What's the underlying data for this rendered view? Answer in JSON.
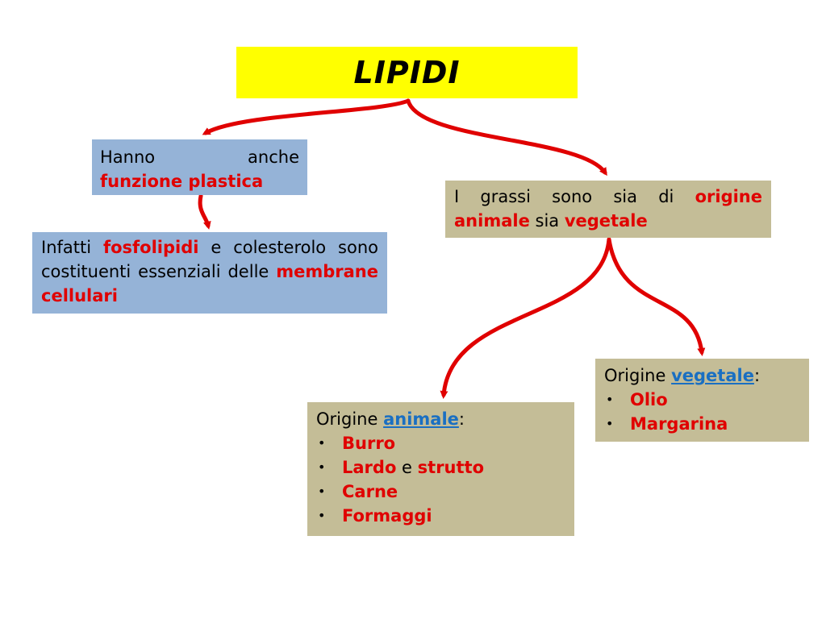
{
  "title": "LIPIDI",
  "funzione": {
    "t1": "Hanno",
    "t2": "anche",
    "t3": "funzione plastica"
  },
  "fosfo": {
    "t1": "Infatti ",
    "t2": "fosfolipidi",
    "t3": " e colesterolo sono costituenti essenziali delle ",
    "t4": "membrane cellulari"
  },
  "grassi": {
    "t1": "I grassi sono sia di ",
    "t2": "origine animale",
    "t3": " sia ",
    "t4": "vegetale"
  },
  "vegetale": {
    "prefix": "Origine ",
    "link": "vegetale",
    "suffix": ":",
    "items": [
      "Olio",
      "Margarina"
    ],
    "bullet": "•"
  },
  "animale": {
    "prefix": "Origine ",
    "link": "animale",
    "suffix": ":",
    "items": [
      "Burro",
      "Lardo",
      "Carne",
      "Formaggi"
    ],
    "lardo_join": " e ",
    "lardo_extra": "strutto",
    "bullet": "•"
  },
  "colors": {
    "arrow": "#e00000",
    "blue_box": "#95b3d7",
    "tan_box": "#c4bd97",
    "title_bg": "#ffff00"
  }
}
